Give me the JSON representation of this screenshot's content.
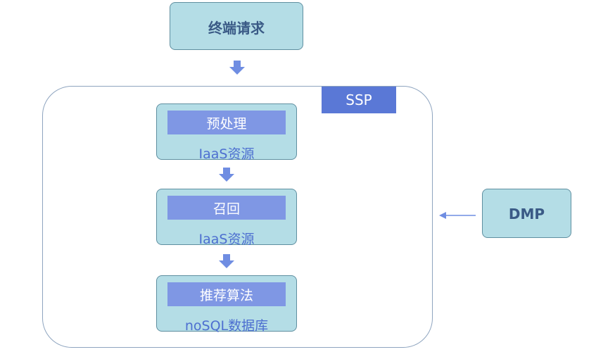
{
  "terminal": {
    "label": "终端请求"
  },
  "ssp": {
    "label": "SSP"
  },
  "stages": [
    {
      "title": "预处理",
      "resource": "IaaS资源"
    },
    {
      "title": "召回",
      "resource": "IaaS资源"
    },
    {
      "title": "推荐算法",
      "resource": "noSQL数据库"
    }
  ],
  "dmp": {
    "label": "DMP"
  },
  "colors": {
    "box_fill": "#b4dde6",
    "header_fill": "#7f97e4",
    "ssp_fill": "#5a78d6",
    "arrow_fill": "#6f8de2",
    "resource_text": "#4d6fd0"
  }
}
